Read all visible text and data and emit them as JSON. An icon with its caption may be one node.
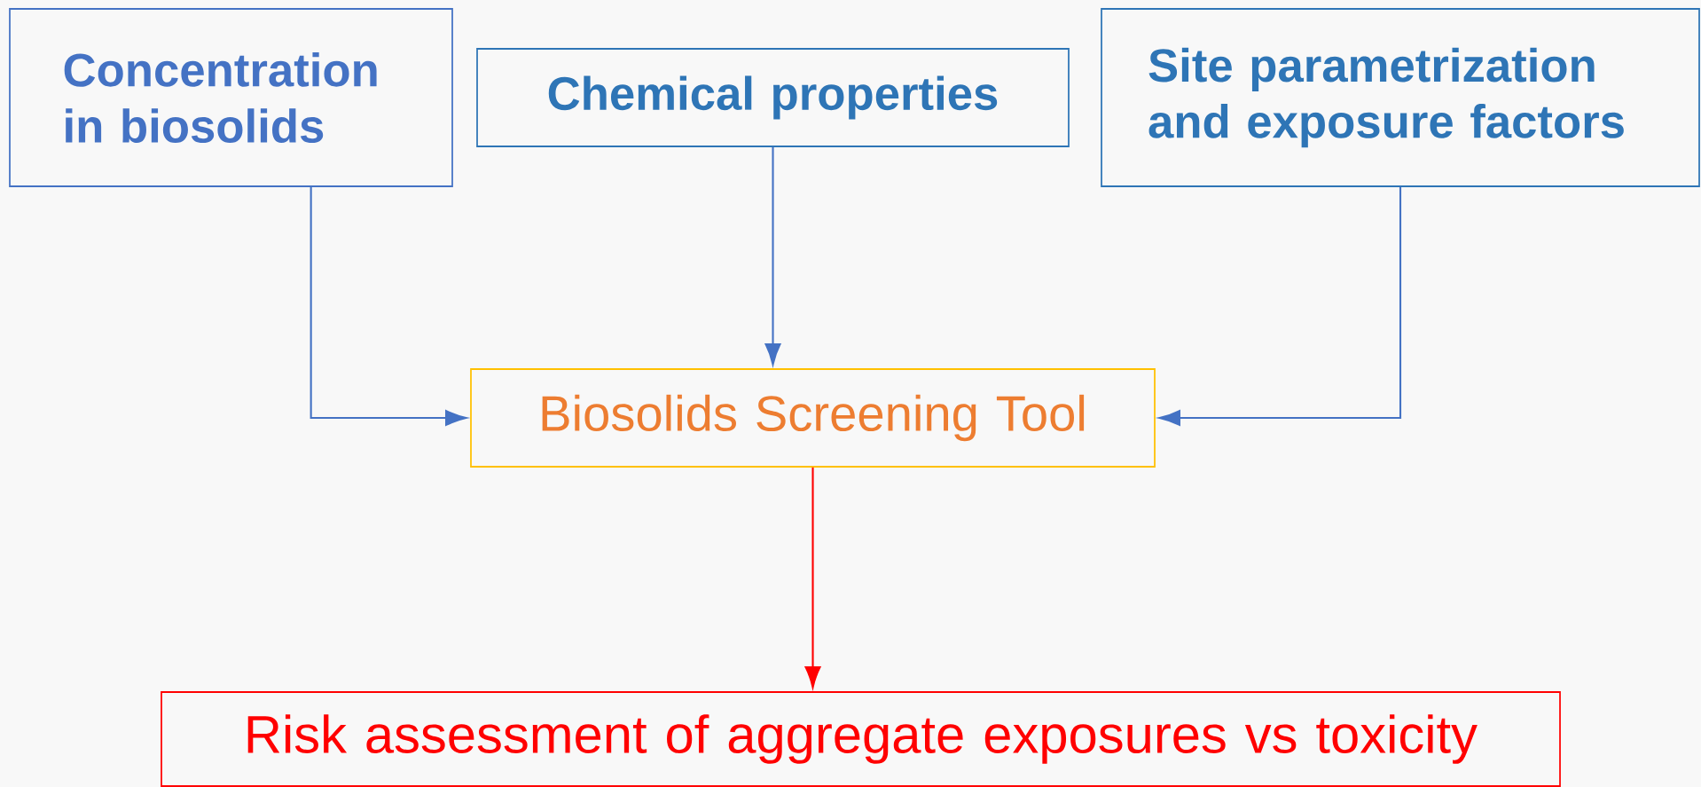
{
  "diagram": {
    "nodes": [
      {
        "text": [
          "Concentration in biosolids"
        ]
      },
      {
        "text": [
          "Chemical properties"
        ]
      },
      {
        "text": [
          "Site parametrization and exposure factors"
        ]
      },
      {
        "text": [
          "Biosolids Screening Tool"
        ]
      },
      {
        "text": [
          "Risk assessment of aggregate exposures vs toxicity"
        ]
      }
    ],
    "edges": [
      {
        "from": 0,
        "to": 3,
        "arrow": "to"
      },
      {
        "from": 1,
        "to": 3,
        "arrow": "to"
      },
      {
        "from": 2,
        "to": 3,
        "arrow": "to"
      },
      {
        "from": 3,
        "to": 4,
        "arrow": "to",
        "color": "#ff0000"
      }
    ]
  }
}
